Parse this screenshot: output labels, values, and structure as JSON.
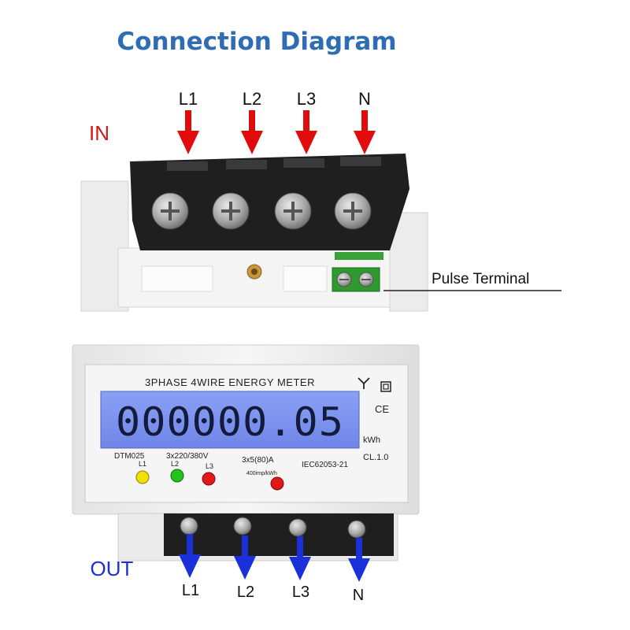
{
  "title": "Connection Diagram",
  "input": {
    "label": "IN",
    "terminals": [
      "L1",
      "L2",
      "L3",
      "N"
    ]
  },
  "output": {
    "label": "OUT",
    "terminals": [
      "L1",
      "L2",
      "L3",
      "N"
    ]
  },
  "pulse_terminal_label": "Pulse Terminal",
  "meter": {
    "heading": "3PHASE 4WIRE ENERGY METER",
    "reading": "000000.05",
    "unit": "kWh",
    "ce_mark": "CE",
    "accuracy_class": "CL.1.0",
    "model": "DTM025",
    "voltage": "3x220/380V",
    "current": "3x5(80)A",
    "standard": "IEC62053-21",
    "pulse_rate": "400imp/kWh",
    "phase_leds": [
      {
        "label": "L1",
        "color": "#f2e000"
      },
      {
        "label": "L2",
        "color": "#22c41c"
      },
      {
        "label": "L3",
        "color": "#e01818"
      }
    ],
    "pulse_led_color": "#e01818"
  },
  "colors": {
    "title": "#2e6db3",
    "in_arrows": "#e00b0b",
    "in_label": "#d01818",
    "out_arrows": "#1a30d8",
    "out_label": "#1a30d8",
    "lcd_background": "#7d95f0",
    "terminal_block": "#1f1f1f"
  }
}
